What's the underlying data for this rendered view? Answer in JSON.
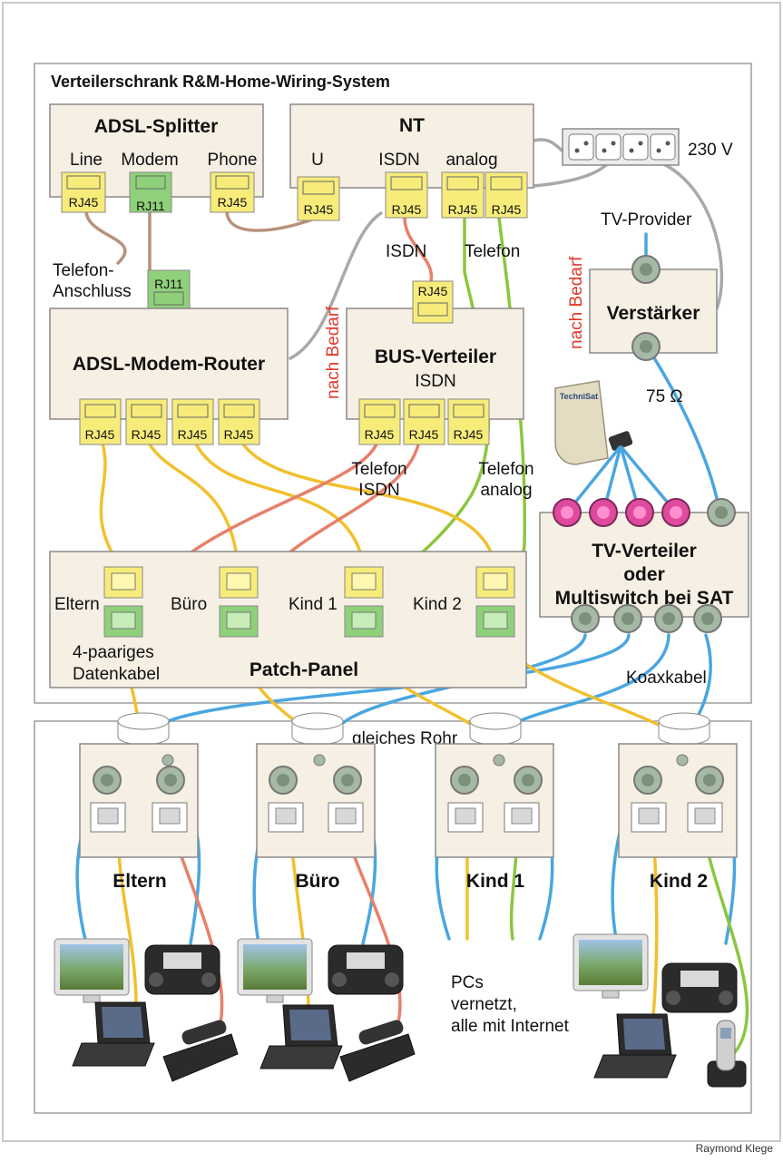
{
  "cabinet": {
    "title": "Verteilerschrank R&M-Home-Wiring-System"
  },
  "adsl_splitter": {
    "title": "ADSL-Splitter",
    "port_line": "Line",
    "port_modem": "Modem",
    "port_phone": "Phone"
  },
  "nt": {
    "title": "NT",
    "port_u": "U",
    "port_isdn": "ISDN",
    "port_analog": "analog"
  },
  "power": {
    "label": "230 V"
  },
  "jacks": {
    "rj45": "RJ45",
    "rj11": "RJ11"
  },
  "labels": {
    "telefon_anschluss_1": "Telefon-",
    "telefon_anschluss_2": "Anschluss",
    "isdn": "ISDN",
    "telefon": "Telefon",
    "tv_provider": "TV-Provider",
    "nach_bedarf": "nach Bedarf",
    "ohm": "75 Ω",
    "telefon_isdn_1": "Telefon",
    "telefon_isdn_2": "ISDN",
    "telefon_analog_1": "Telefon",
    "telefon_analog_2": "analog",
    "koaxkabel": "Koaxkabel",
    "gleiches_rohr": "gleiches Rohr",
    "datenkabel_1": "4-paariges",
    "datenkabel_2": "Datenkabel",
    "pcs_1": "PCs",
    "pcs_2": "vernetzt,",
    "pcs_3": "alle mit Internet"
  },
  "modem_router": {
    "title": "ADSL-Modem-Router"
  },
  "bus_verteiler": {
    "title": "BUS-Verteiler",
    "subtitle": "ISDN"
  },
  "verstaerker": {
    "title": "Verstärker"
  },
  "sat_logo": {
    "text": "TechniSat"
  },
  "tv_verteiler": {
    "title_1": "TV-Verteiler",
    "title_2": "oder",
    "title_3": "Multiswitch bei SAT"
  },
  "patch_panel": {
    "title": "Patch-Panel",
    "ports": [
      "Eltern",
      "Büro",
      "Kind 1",
      "Kind 2"
    ]
  },
  "rooms": [
    "Eltern",
    "Büro",
    "Kind 1",
    "Kind 2"
  ],
  "credit": "Raymond Klege",
  "colors": {
    "coax": "#4aa6e0",
    "data": "#f2c02e",
    "isdn": "#e8806a",
    "analog": "#8cc63f",
    "power": "#a9a9a9",
    "dsl": "#b8927a",
    "box": "#f6efe4"
  }
}
